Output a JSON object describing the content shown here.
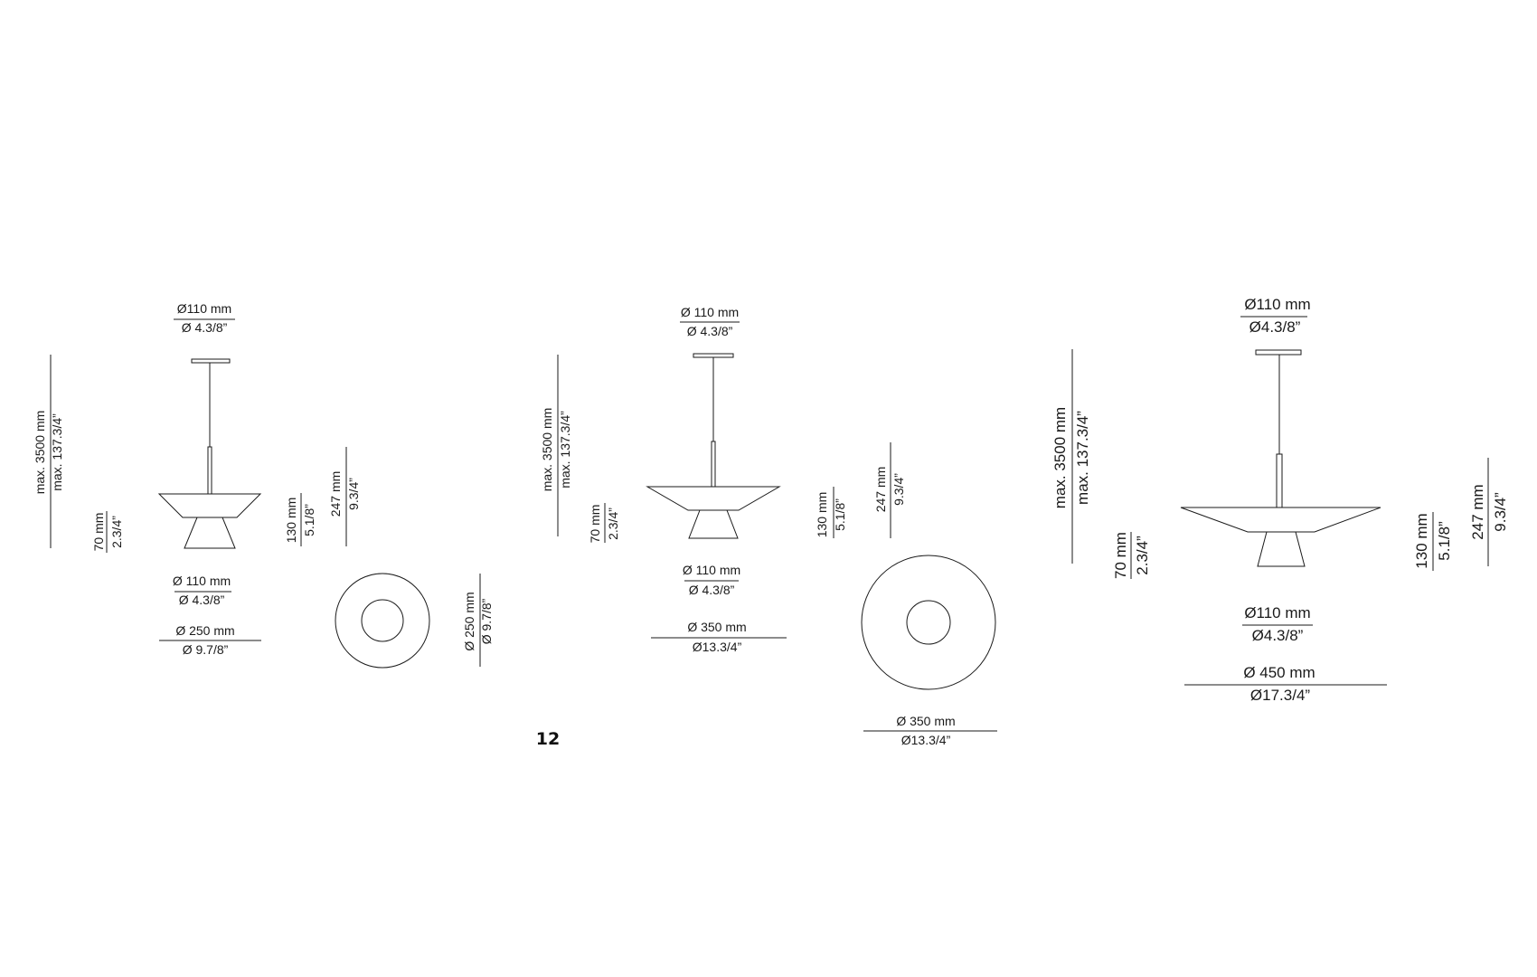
{
  "page_number": "12",
  "diagrams": [
    {
      "top_diameter": {
        "metric": "Ø110 mm",
        "imperial": "Ø 4.3/8”"
      },
      "max_height": {
        "metric": "max. 3500 mm",
        "imperial": "max. 137.3/4”"
      },
      "base_height": {
        "metric": "70 mm",
        "imperial": "2.3/4”"
      },
      "lamp_height": {
        "metric": "130 mm",
        "imperial": "5.1/8”"
      },
      "total_height": {
        "metric": "247 mm",
        "imperial": "9.3/4”"
      },
      "canopy_diameter": {
        "metric": "Ø 110 mm",
        "imperial": "Ø 4.3/8”"
      },
      "shade_diameter": {
        "metric": "Ø 250 mm",
        "imperial": "Ø 9.7/8”"
      },
      "plan_diameter": {
        "metric": "Ø 250 mm",
        "imperial": "Ø 9.7/8”"
      }
    },
    {
      "top_diameter": {
        "metric": "Ø 110 mm",
        "imperial": "Ø 4.3/8”"
      },
      "max_height": {
        "metric": "max. 3500 mm",
        "imperial": "max. 137.3/4”"
      },
      "base_height": {
        "metric": "70 mm",
        "imperial": "2.3/4”"
      },
      "lamp_height": {
        "metric": "130 mm",
        "imperial": "5.1/8”"
      },
      "total_height": {
        "metric": "247 mm",
        "imperial": "9.3/4”"
      },
      "canopy_diameter": {
        "metric": "Ø 110 mm",
        "imperial": "Ø 4.3/8”"
      },
      "shade_diameter": {
        "metric": "Ø 350 mm",
        "imperial": "Ø13.3/4”"
      },
      "plan_diameter": {
        "metric": "Ø 350 mm",
        "imperial": "Ø13.3/4”"
      }
    },
    {
      "top_diameter": {
        "metric": "Ø110 mm",
        "imperial": "Ø4.3/8”"
      },
      "max_height": {
        "metric": "max. 3500 mm",
        "imperial": "max. 137.3/4”"
      },
      "base_height": {
        "metric": "70 mm",
        "imperial": "2.3/4”"
      },
      "lamp_height": {
        "metric": "130 mm",
        "imperial": "5.1/8”"
      },
      "total_height": {
        "metric": "247 mm",
        "imperial": "9.3/4”"
      },
      "canopy_diameter": {
        "metric": "Ø110 mm",
        "imperial": "Ø4.3/8”"
      },
      "shade_diameter": {
        "metric": "Ø 450 mm",
        "imperial": "Ø17.3/4”"
      }
    }
  ]
}
